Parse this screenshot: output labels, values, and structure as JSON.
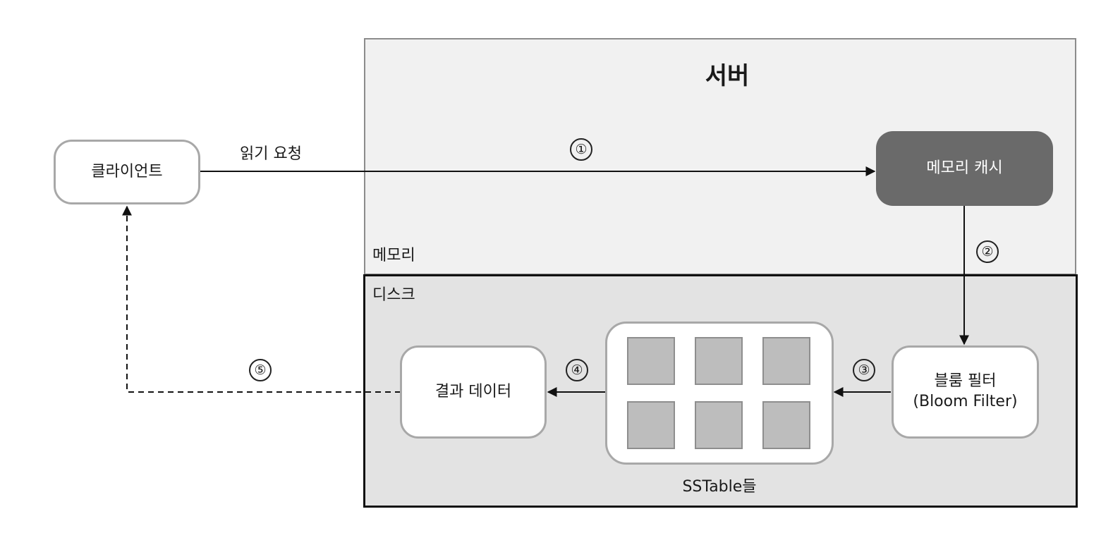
{
  "server": {
    "title": "서버",
    "memory_label": "메모리"
  },
  "disk": {
    "label": "디스크"
  },
  "nodes": {
    "client": "클라이언트",
    "memory_cache": "메모리 캐시",
    "bloom_filter_line1": "블룸 필터",
    "bloom_filter_line2": "(Bloom Filter)",
    "result_data": "결과 데이터",
    "sstables_label": "SSTable들"
  },
  "edges": {
    "read_request": "읽기 요청",
    "step1": "①",
    "step2": "②",
    "step3": "③",
    "step4": "④",
    "step5": "⑤"
  }
}
